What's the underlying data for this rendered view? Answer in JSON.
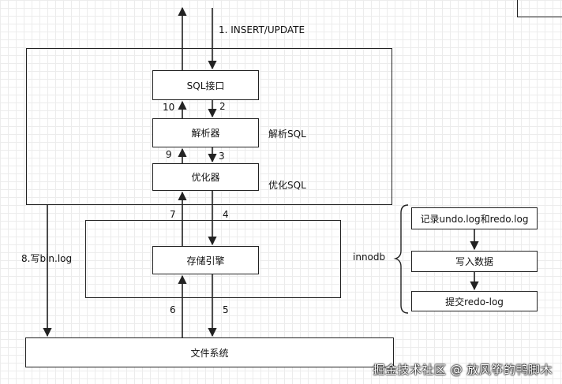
{
  "top_label": "1. INSERT/UPDATE",
  "boxes": {
    "sql_interface": "SQL接口",
    "parser": "解析器",
    "optimizer": "优化器",
    "storage_engine": "存储引擎",
    "file_system": "文件系统"
  },
  "side_labels": {
    "parse_sql": "解析SQL",
    "optimize_sql": "优化SQL",
    "write_binlog": "8.写bin.log",
    "innodb": "innodb"
  },
  "step_numbers": {
    "n2": "2",
    "n3": "3",
    "n4": "4",
    "n5": "5",
    "n6": "6",
    "n7": "7",
    "n9": "9",
    "n10": "10"
  },
  "innodb_steps": {
    "record_logs": "记录undo.log和redo.log",
    "write_data": "写入数据",
    "commit_redo": "提交redo-log"
  },
  "watermark": "掘金技术社区 @ 放风筝的鸭脚木"
}
